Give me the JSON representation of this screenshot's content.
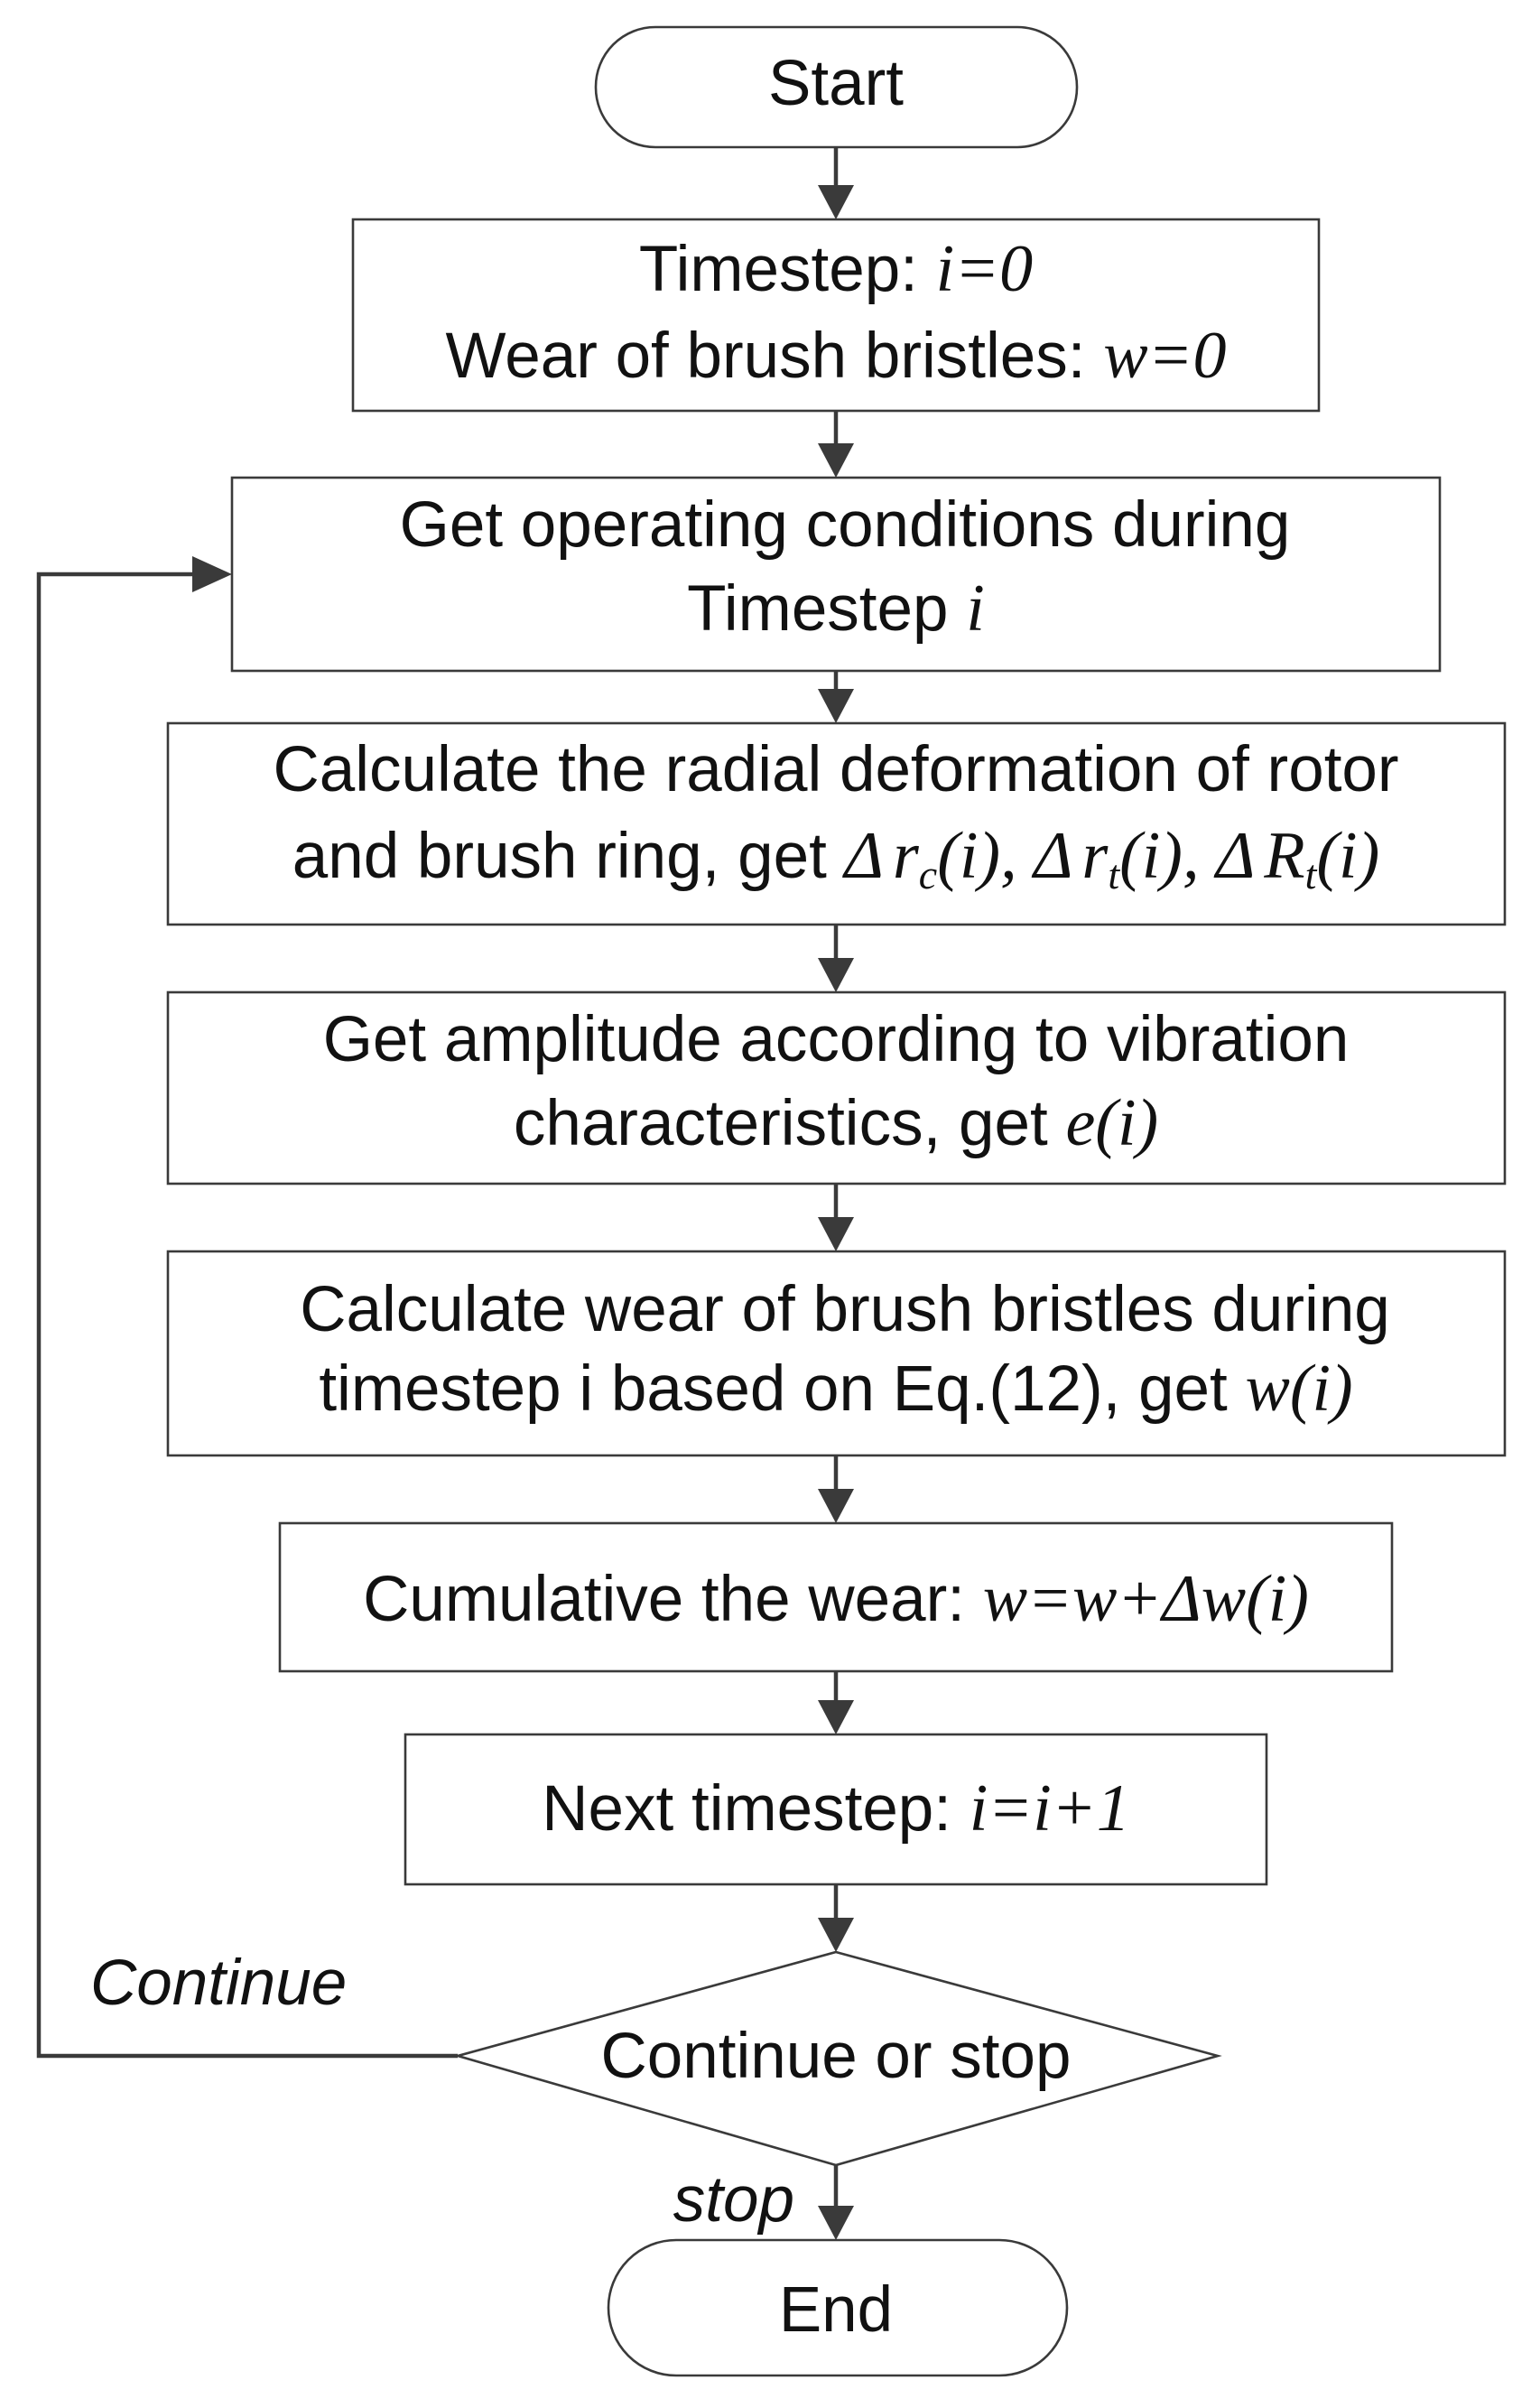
{
  "nodes": {
    "start": "Start",
    "init_line1_text": "Timestep: ",
    "init_line1_math": "i=0",
    "init_line2_text": "Wear of brush bristles: ",
    "init_line2_math": "w=0",
    "get_cond_line1": "Get operating conditions during",
    "get_cond_line2_text": "Timestep ",
    "get_cond_line2_math": "i",
    "radial_line1": "Calculate the radial deformation of rotor",
    "radial_line2_text": "and brush ring, get ",
    "radial_math_delta1": "Δ",
    "radial_math_r1": "r",
    "radial_math_sub1": "c",
    "radial_math_arg1": "(i), ",
    "radial_math_delta2": "Δ",
    "radial_math_r2": "r",
    "radial_math_sub2": "t",
    "radial_math_arg2": "(i), ",
    "radial_math_delta3": "Δ",
    "radial_math_r3": "R",
    "radial_math_sub3": "t",
    "radial_math_arg3": "(i)",
    "amp_line1": "Get amplitude according to vibration",
    "amp_line2_text": "characteristics,  get ",
    "amp_line2_math": "e(i)",
    "wear_line1": "Calculate wear of brush bristles during",
    "wear_line2_text": "timestep i based on Eq.(12), get ",
    "wear_line2_math": "w(i)",
    "cum_text": "Cumulative the wear: ",
    "cum_math": "w=w+Δw(i)",
    "next_text": "Next timestep: ",
    "next_math": "i=i+1",
    "decision": "Continue or stop",
    "end": "End"
  },
  "edges": {
    "continue_label": "Continue",
    "stop_label": "stop"
  }
}
